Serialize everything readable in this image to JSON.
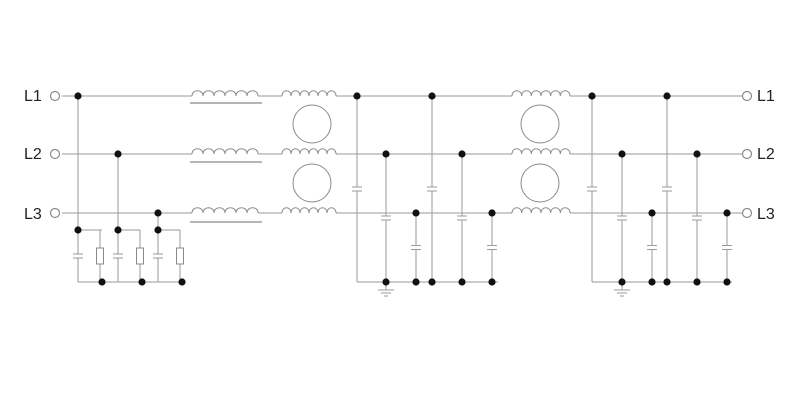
{
  "diagram": {
    "input_labels": [
      "L1",
      "L2",
      "L3"
    ],
    "output_labels": [
      "L1",
      "L2",
      "L3"
    ],
    "colors": {
      "line": "#9a9a9a",
      "node": "#111111",
      "background": "#ffffff"
    }
  }
}
